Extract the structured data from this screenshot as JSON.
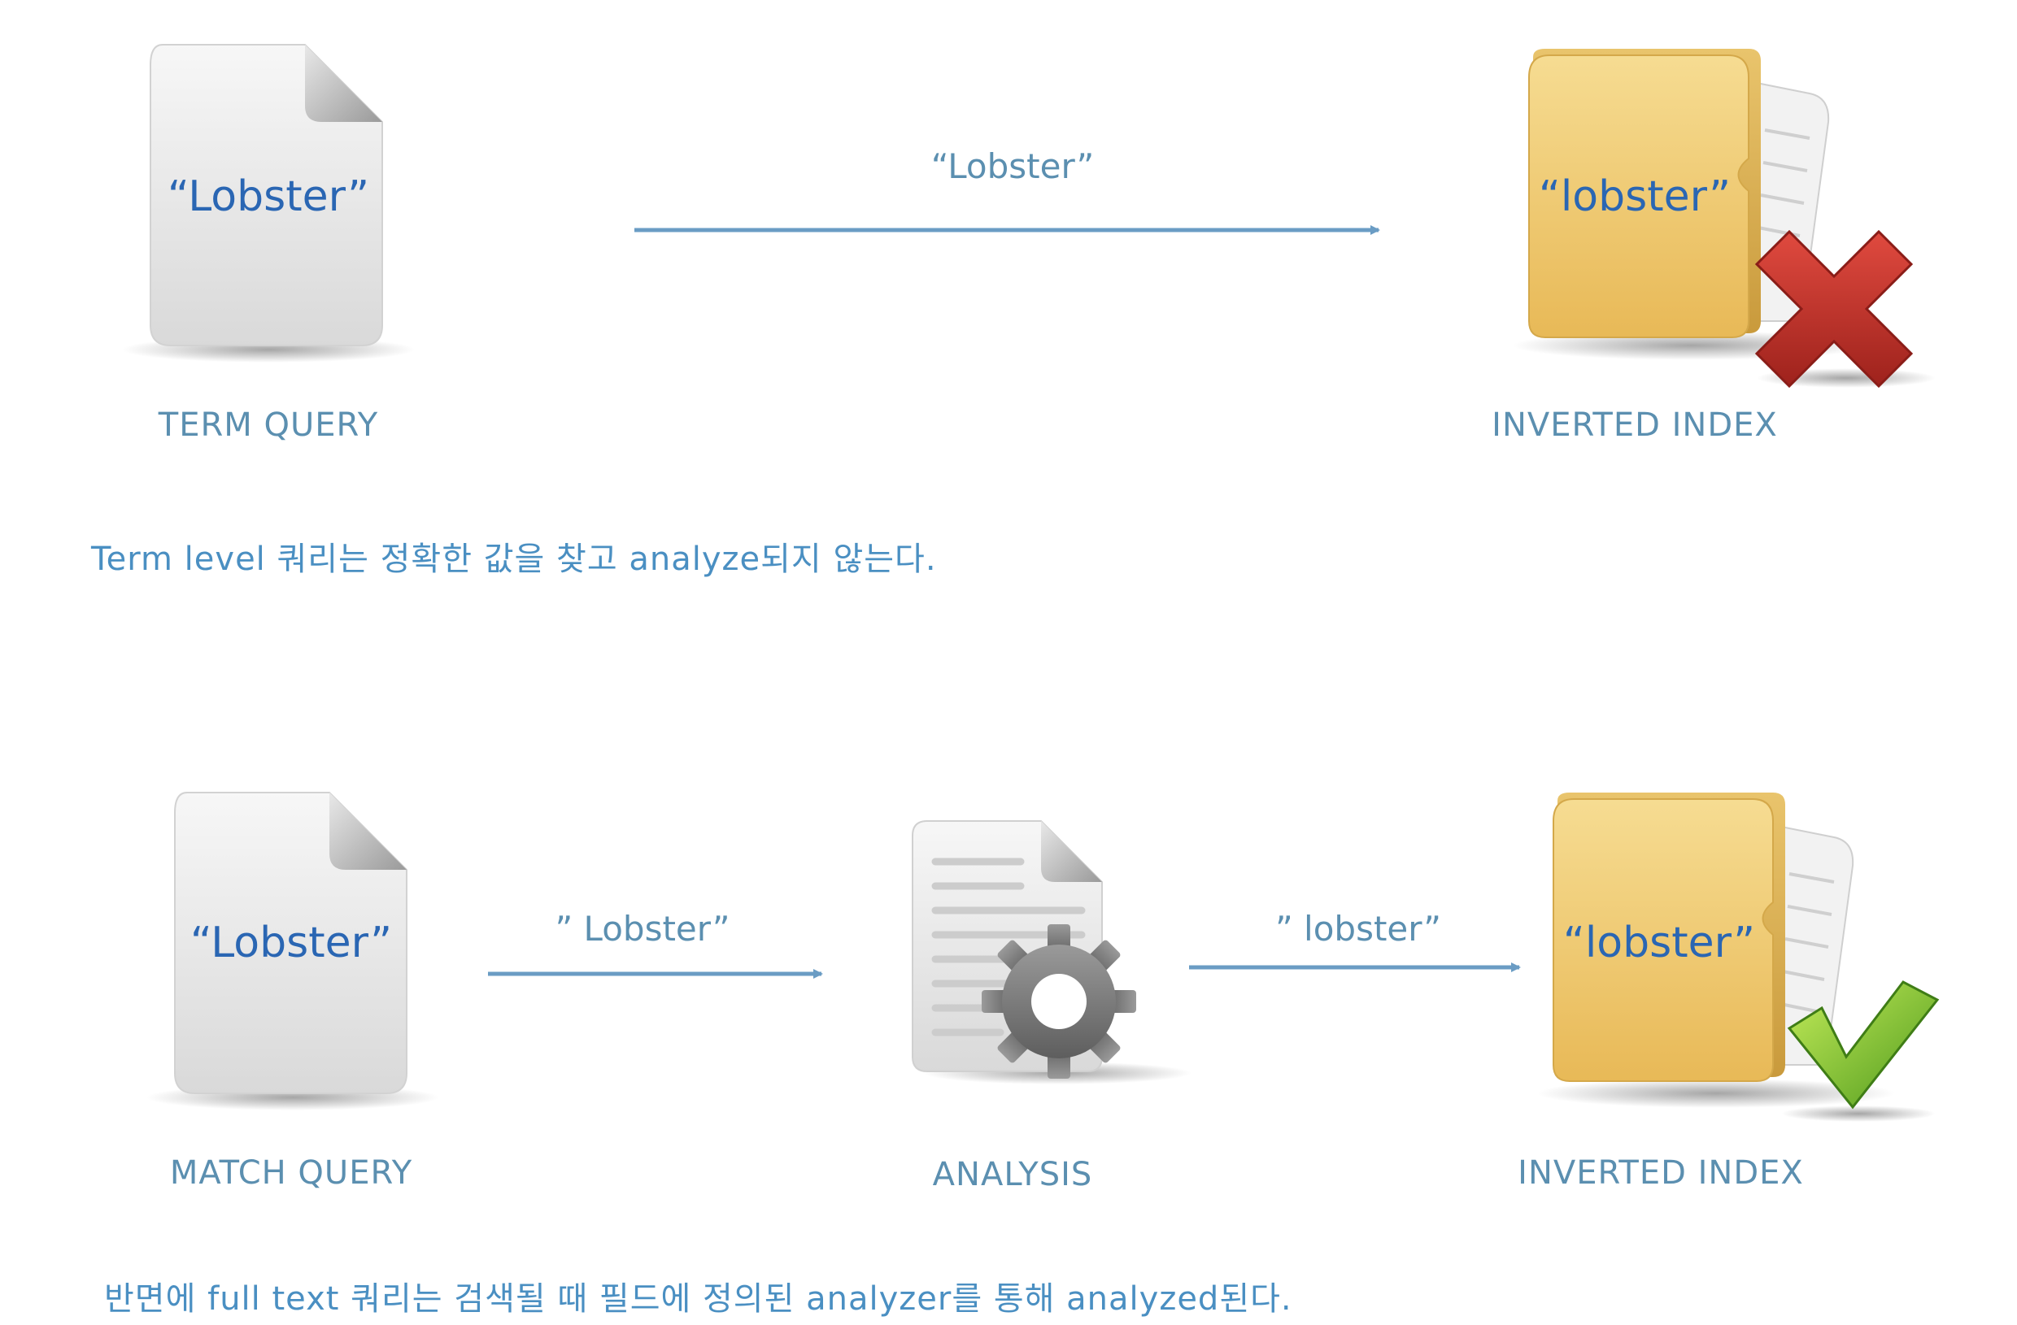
{
  "top_row": {
    "query_doc_text": "“Lobster”",
    "query_caption": "TERM QUERY",
    "arrow_label": "“Lobster”",
    "index_folder_text": "“lobster”",
    "index_caption": "INVERTED INDEX",
    "result_icon": "x-mark-icon",
    "note": "Term level 쿼리는 정확한 값을 찾고 analyze되지 않는다."
  },
  "bottom_row": {
    "query_doc_text": "“Lobster”",
    "query_caption": "MATCH QUERY",
    "arrow1_label": "” Lobster”",
    "analysis_caption": "ANALYSIS",
    "analysis_icon": "document-gear-icon",
    "arrow2_label": "” lobster”",
    "index_folder_text": "“lobster”",
    "index_caption": "INVERTED INDEX",
    "result_icon": "check-mark-icon",
    "note": "반면에 full text 쿼리는 검색될 때 필드에 정의된 analyzer를 통해 analyzed된다."
  },
  "colors": {
    "arrow": "#6a9cc4",
    "caption": "#5b8fb0",
    "doc_text": "#2a66b3",
    "note": "#4a8fc2",
    "cross": "#c0332b",
    "check": "#7fbf2a",
    "folder": "#f2cf7c"
  }
}
